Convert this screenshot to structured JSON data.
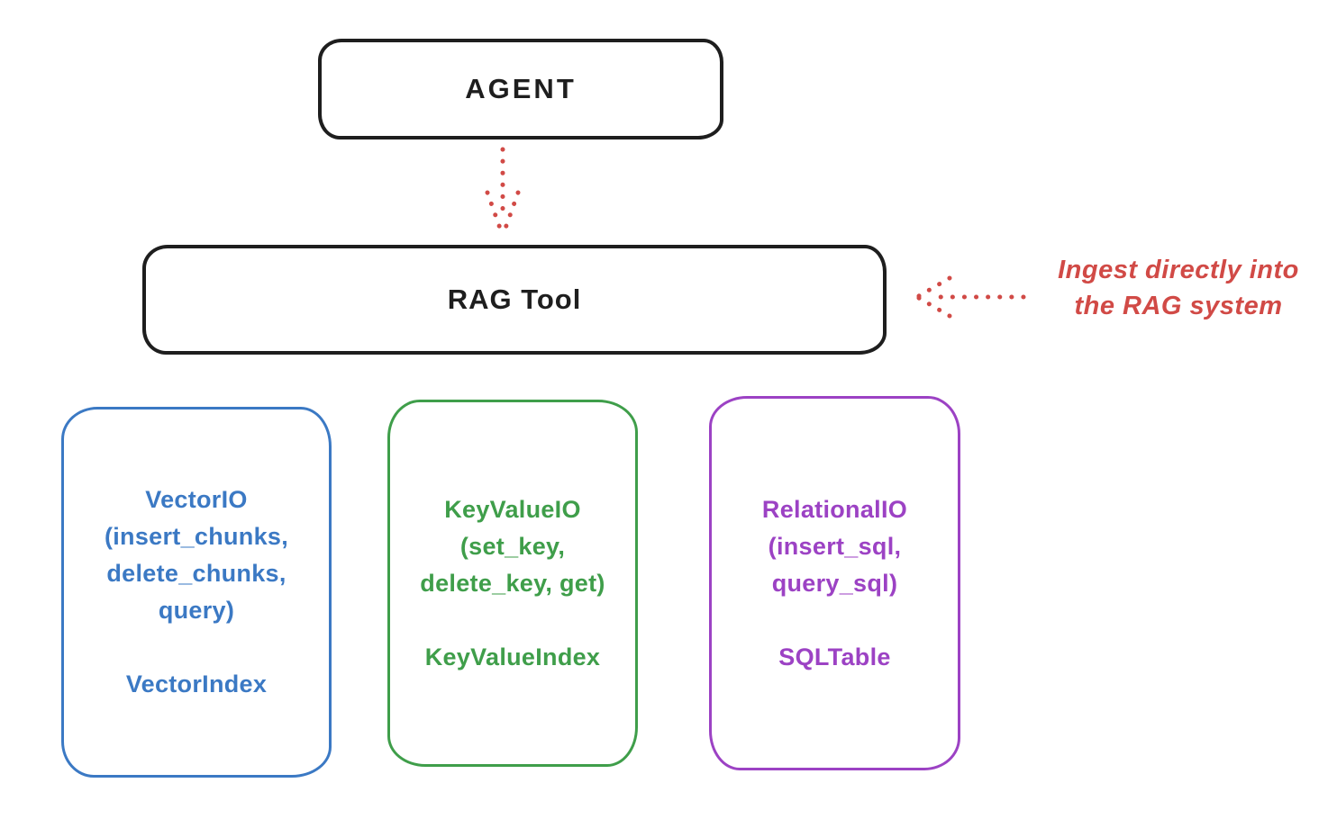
{
  "colors": {
    "background": "#ffffff",
    "ink": "#1e1e1e",
    "red": "#d14a46",
    "blue": "#3b79c4",
    "green": "#3f9e4a",
    "purple": "#9c42c4"
  },
  "agent": {
    "label": "AGENT"
  },
  "rag_tool": {
    "label": "RAG Tool"
  },
  "annotation": {
    "line1": "Ingest directly into",
    "line2": "the RAG system"
  },
  "arrows": {
    "agent_to_rag_tool": {
      "style": "dotted",
      "color": "#d14a46",
      "direction": "down"
    },
    "annotation_to_rag_tool": {
      "style": "dotted",
      "color": "#d14a46",
      "direction": "left"
    }
  },
  "backends": [
    {
      "name": "VectorIO",
      "color": "#3b79c4",
      "lines": [
        "VectorIO",
        "(insert_chunks,",
        "delete_chunks,",
        "query)"
      ],
      "index_label": "VectorIndex"
    },
    {
      "name": "KeyValueIO",
      "color": "#3f9e4a",
      "lines": [
        "KeyValueIO",
        "(set_key,",
        "delete_key, get)"
      ],
      "index_label": "KeyValueIndex"
    },
    {
      "name": "RelationalIO",
      "color": "#9c42c4",
      "lines": [
        "RelationalIO",
        "(insert_sql,",
        "query_sql)"
      ],
      "index_label": "SQLTable"
    }
  ]
}
